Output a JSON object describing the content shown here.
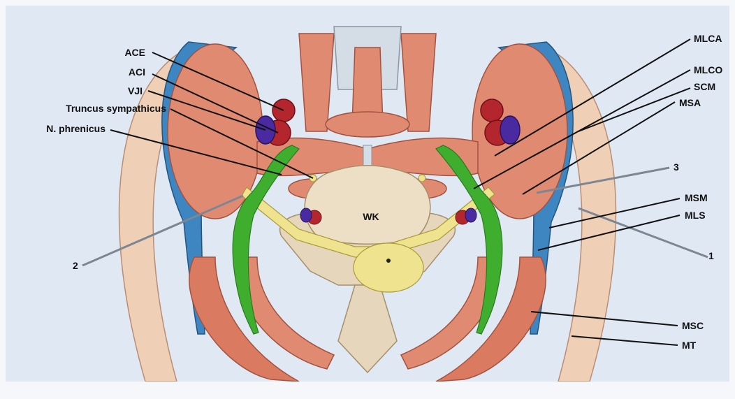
{
  "labels_left": {
    "ace": "ACE",
    "aci": "ACI",
    "vji": "VJI",
    "truncus": "Truncus sympathicus",
    "phrenicus": "N. phrenicus"
  },
  "labels_right": {
    "mlca": "MLCA",
    "mlco": "MLCO",
    "scm": "SCM",
    "msa": "MSA",
    "msm": "MSM",
    "mls": "MLS",
    "msc": "MSC",
    "mt": "MT"
  },
  "center_label": "WK",
  "needles": {
    "n1": "1",
    "n2": "2",
    "n3": "3"
  },
  "colors": {
    "background": "#dfe8f3",
    "muscle": "#e08a72",
    "bone": "#e6d6bb",
    "nerve_sympathetic": "#efe38f",
    "nerve_green": "#3fae2f",
    "fascia_blue": "#3d86c2",
    "artery": "#b3262e",
    "vein": "#4a2aa0",
    "skin": "#efcfb5"
  }
}
